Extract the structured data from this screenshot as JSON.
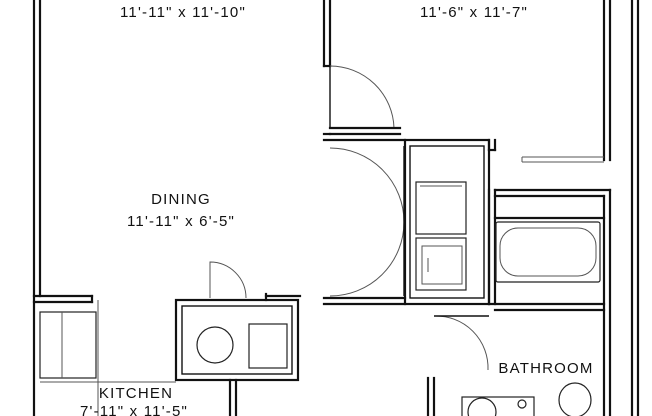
{
  "rooms": {
    "room_top_left": {
      "dimensions": "11'-11\" x 11'-10\""
    },
    "room_top_right": {
      "dimensions": "11'-6\" x 11'-7\""
    },
    "dining": {
      "name": "DINING",
      "dimensions": "11'-11\" x 6'-5\""
    },
    "kitchen": {
      "name": "KITCHEN",
      "dimensions": "7'-11\" x 11'-5\""
    },
    "bathroom": {
      "name": "BATHROOM"
    }
  }
}
